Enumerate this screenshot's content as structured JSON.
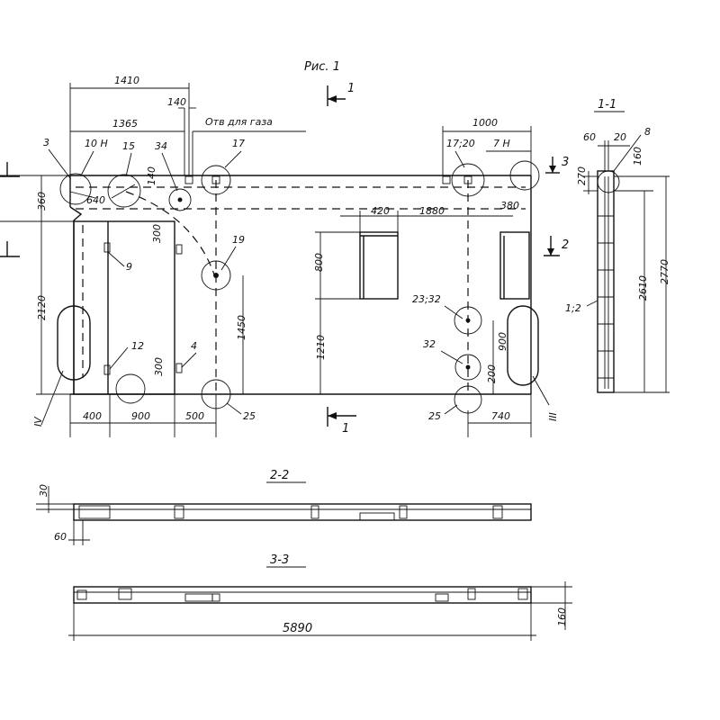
{
  "title": "Рис. 1",
  "gas_opening_label": "Отв для газа",
  "sections": {
    "s1_1": "1-1",
    "s2_2": "2-2",
    "s3_3": "3-3"
  },
  "cut_marks": {
    "top_1": "1",
    "bottom_1": "1",
    "right_2": "2",
    "right_3": "3"
  },
  "roman_markers": {
    "left": "IV",
    "right": "III"
  },
  "element_labels": {
    "e3": "3",
    "e10": "10 Н",
    "e15": "15",
    "e34": "34",
    "e17_left": "17",
    "e17_20": "17;20",
    "e7": "7 Н",
    "e9": "9",
    "e12": "12",
    "e4": "4",
    "e19": "19",
    "e25_left": "25",
    "e25_right": "25",
    "e23_32": "23;32",
    "e32": "32",
    "e8": "8",
    "e1_2": "1;2"
  },
  "dimensions": {
    "d1410": "1410",
    "d1365": "1365",
    "d140_top": "140",
    "d640": "640",
    "d140_mid": "140",
    "d360": "360",
    "d2120": "2120",
    "d300_upper": "300",
    "d300_lower": "300",
    "d1450": "1450",
    "d800": "800",
    "d1210": "1210",
    "d420": "420",
    "d1880": "1880",
    "d1000": "1000",
    "d380": "380",
    "d900_right": "900",
    "d200": "200",
    "d400": "400",
    "d900_bottom": "900",
    "d500": "500",
    "d740": "740",
    "d60_section": "60",
    "d20_section": "20",
    "d160_section": "160",
    "d270": "270",
    "d2610": "2610",
    "d2770": "2770",
    "d30": "30",
    "d60_22": "60",
    "d5890": "5890",
    "d160_33": "160"
  }
}
